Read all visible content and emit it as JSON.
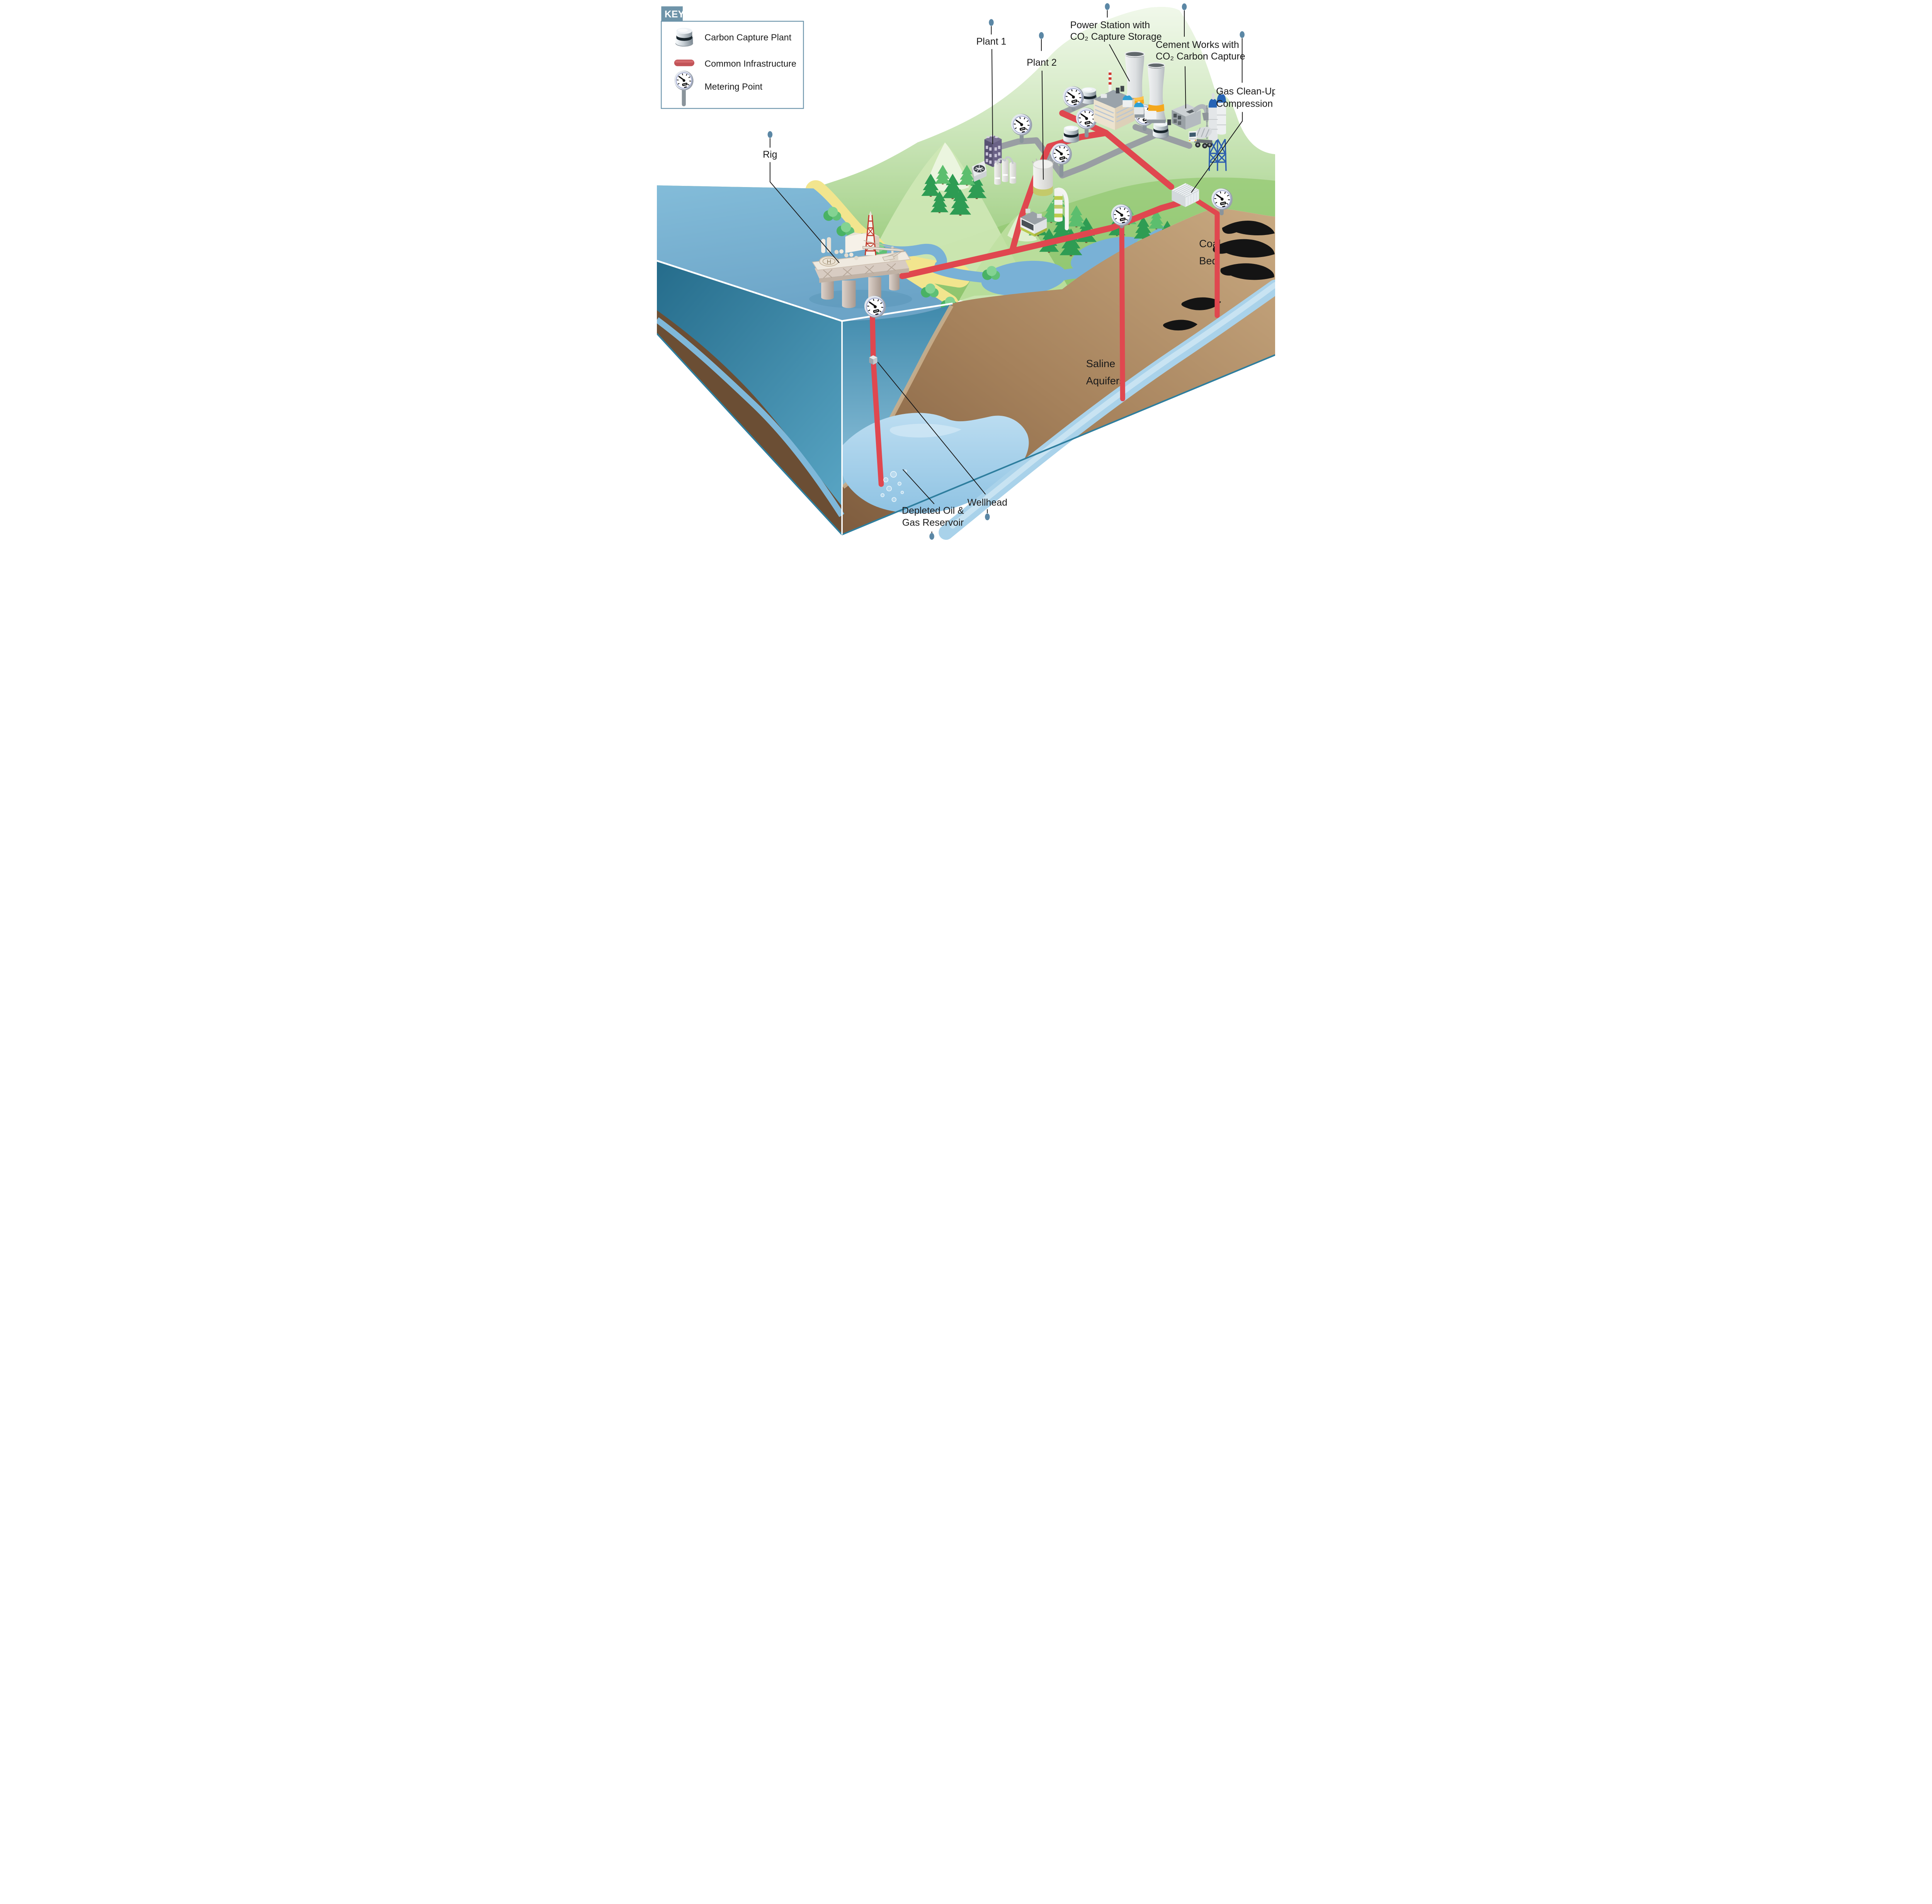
{
  "key": {
    "title": "KEY",
    "items": [
      {
        "id": "carbon-capture-plant",
        "label": "Carbon Capture Plant"
      },
      {
        "id": "common-infrastructure",
        "label": "Common Infrastructure"
      },
      {
        "id": "metering-point",
        "label": "Metering Point"
      }
    ]
  },
  "callouts": {
    "rig": "Rig",
    "plant_1": "Plant 1",
    "plant_2": "Plant 2",
    "power_station": [
      "Power Station with",
      "CO₂ Capture Storage"
    ],
    "cement_works": [
      "Cement Works with",
      "CO₂ Carbon Capture"
    ],
    "gas_clean_up": [
      "Gas Clean-Up &",
      "Compression"
    ],
    "wellhead": "Wellhead",
    "depleted_reservoir": [
      "Depleted Oil &",
      "Gas Reservoir"
    ]
  },
  "underground_labels": {
    "coal_bed": [
      "Coal",
      "Bed"
    ],
    "saline_aquifers": [
      "Saline",
      "Aquifers"
    ]
  },
  "helipad_letter": "H",
  "colors": {
    "common_infrastructure_pipe": "#e0474f",
    "collection_pipe_gray": "#999ea3",
    "leader_dot": "#5b87a5",
    "key_header_bg": "#6f94a9",
    "key_border": "#6a93aa",
    "sea_surface": "#79b2d3",
    "land_green": "#9ccd7d",
    "beach_sand": "#f2e58e",
    "underground_brown": "#a5815b",
    "reservoir_blue": "#a5cfe9",
    "coal_black": "#141414",
    "cooling_tower_band_orange": "#f5a81c",
    "label_text": "#1a1a1a"
  }
}
